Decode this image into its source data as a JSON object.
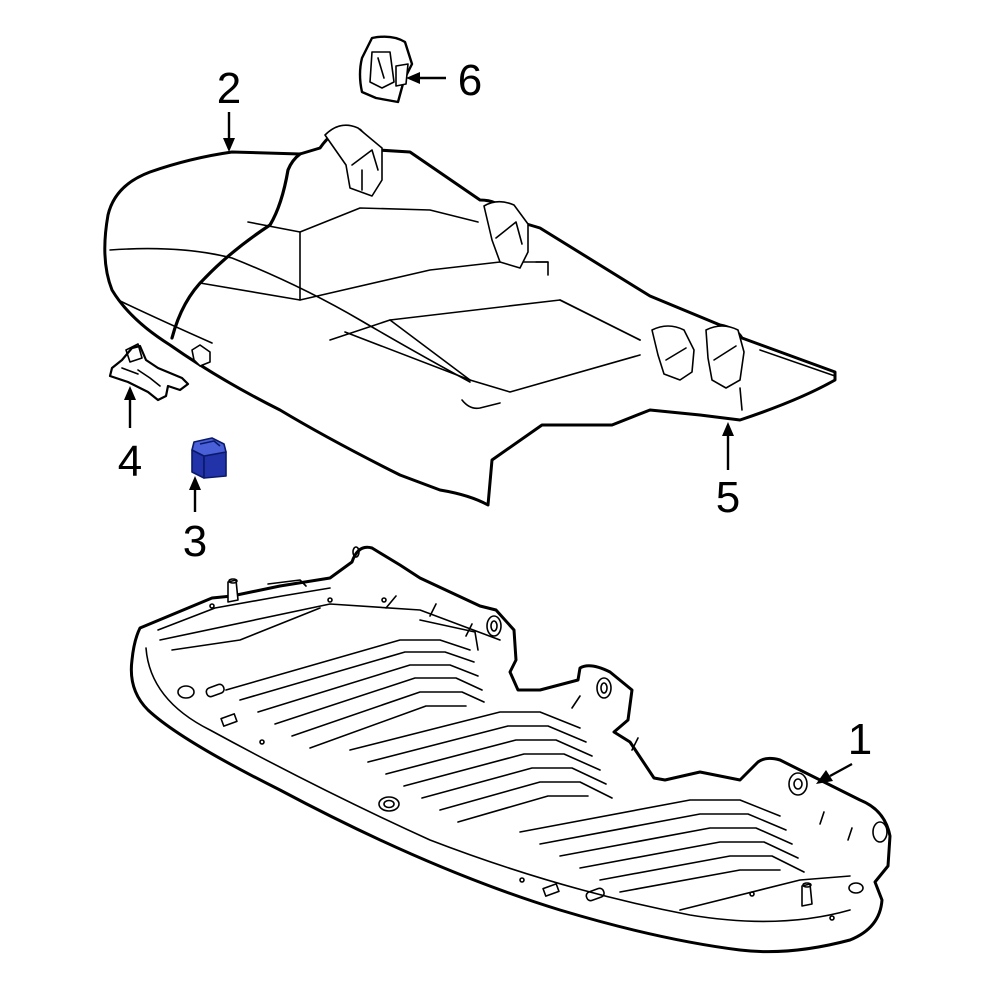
{
  "callouts": [
    {
      "id": "1",
      "label": "1"
    },
    {
      "id": "2",
      "label": "2"
    },
    {
      "id": "3",
      "label": "3"
    },
    {
      "id": "4",
      "label": "4"
    },
    {
      "id": "5",
      "label": "5"
    },
    {
      "id": "6",
      "label": "6"
    }
  ],
  "highlight": {
    "part": "3",
    "fill": "#2233aa",
    "fill_light": "#4a60d8"
  },
  "colors": {
    "line": "#000000",
    "background": "#ffffff"
  }
}
